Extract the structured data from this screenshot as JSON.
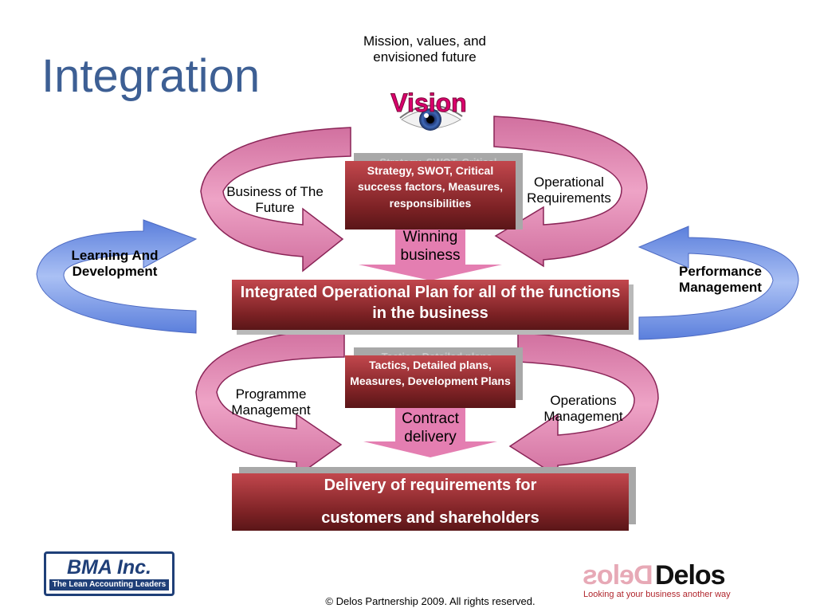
{
  "title": "Integration",
  "vision": {
    "caption": "Mission, values, and envisioned future",
    "word": "Vision"
  },
  "top_cycle": {
    "left_label": "Business of The Future",
    "right_label": "Operational Requirements",
    "box": "Strategy, SWOT, Critical success factors, Measures, responsibilities",
    "box_shadow_text": "Strategy, SWOT, Critical",
    "center_label": "Winning business"
  },
  "side_left": "Learning And Development",
  "side_right": "Performance Management",
  "plan_box": "Integrated Operational Plan for all of the functions in the business",
  "bottom_cycle": {
    "left_label": "Programme Management",
    "right_label": "Operations Management",
    "box": "Tactics, Detailed plans, Measures, Development Plans",
    "box_shadow_text": "Tactics, Detailed plans,",
    "center_label": "Contract delivery"
  },
  "delivery_box": {
    "line1": "Delivery of requirements for",
    "line2": "customers and shareholders"
  },
  "bma_logo": {
    "name": "BMA Inc.",
    "tagline": "The Lean Accounting Leaders"
  },
  "delos_logo": {
    "name": "Delos",
    "tagline": "Looking at your business another way"
  },
  "footer": "© Delos Partnership 2009.  All rights reserved.",
  "colors": {
    "pink_arrow": "#d96ba0",
    "pink_light": "#f0a8c8",
    "blue_arrow": "#6f8fe0",
    "title_blue": "#3d5f94",
    "box_red": "#b03a3f"
  }
}
